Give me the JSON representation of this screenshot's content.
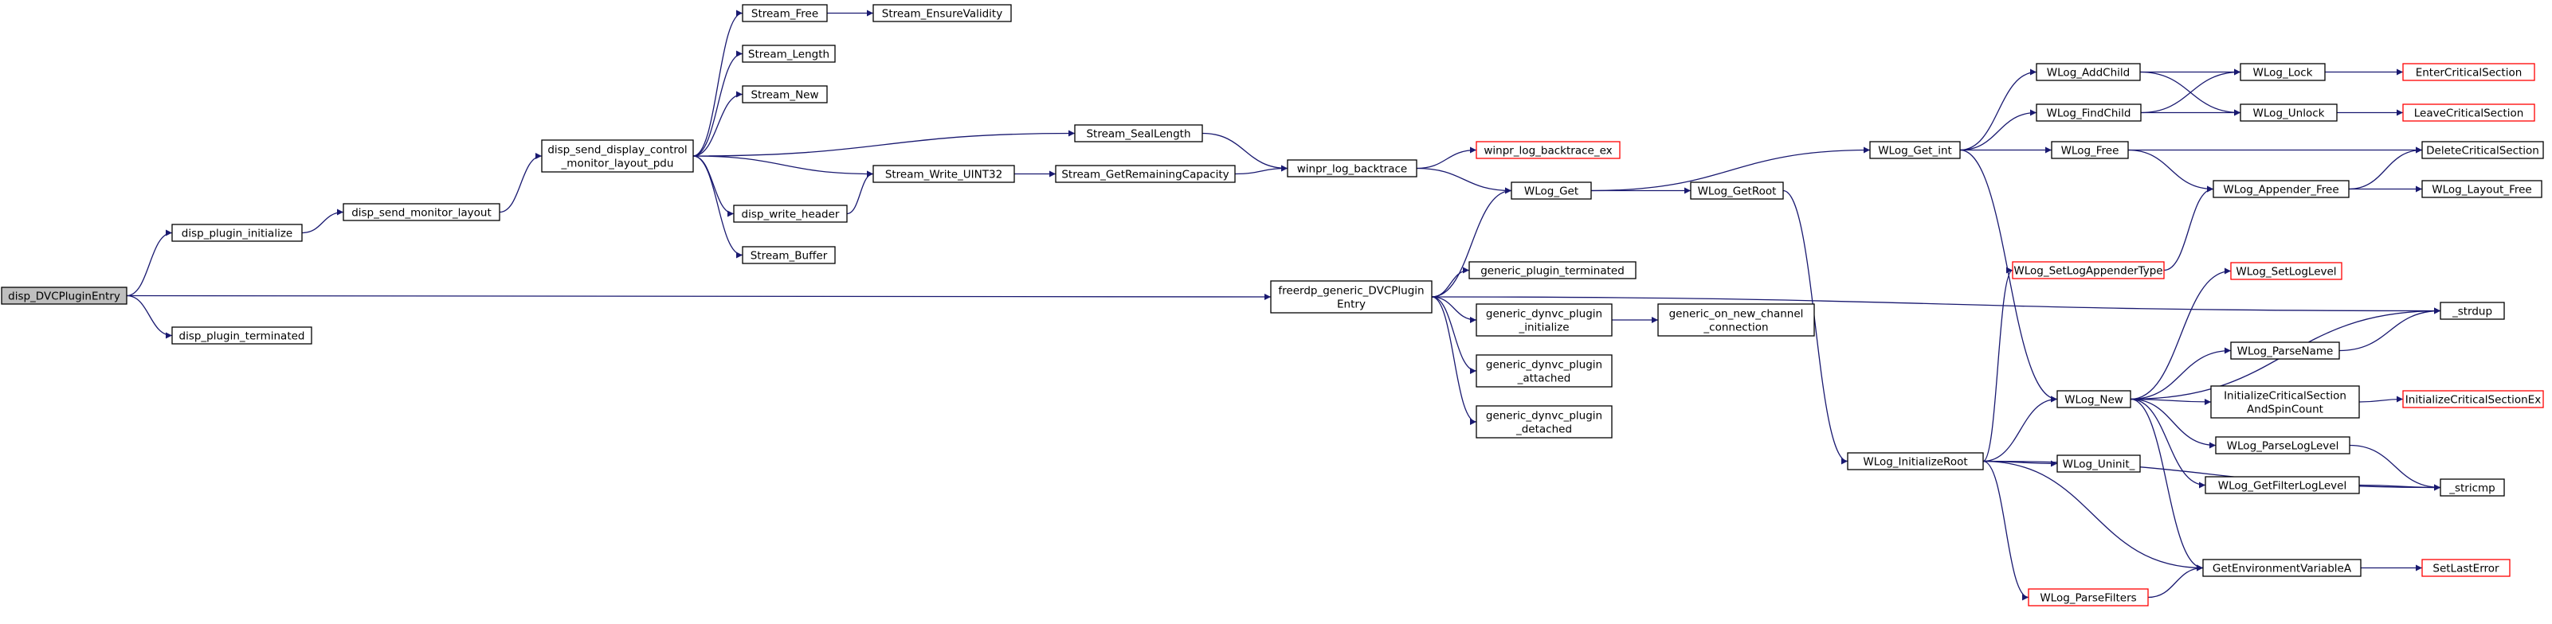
{
  "colors": {
    "edge": "#191970",
    "node_border": "#000000",
    "truncated_border": "#ff0000",
    "root_fill": "#bfbfbf",
    "node_fill": "#ffffff"
  },
  "nodes": [
    {
      "id": "n_disp_DVCPluginEntry",
      "lines": [
        "disp_DVCPluginEntry"
      ],
      "root": true
    },
    {
      "id": "n_disp_plugin_initialize",
      "lines": [
        "disp_plugin_initialize"
      ]
    },
    {
      "id": "n_disp_plugin_terminated",
      "lines": [
        "disp_plugin_terminated"
      ]
    },
    {
      "id": "n_disp_send_monitor_layout",
      "lines": [
        "disp_send_monitor_layout"
      ]
    },
    {
      "id": "n_disp_send_display_control",
      "lines": [
        "disp_send_display_control",
        "_monitor_layout_pdu"
      ]
    },
    {
      "id": "n_Stream_Free",
      "lines": [
        "Stream_Free"
      ]
    },
    {
      "id": "n_Stream_EnsureValidity",
      "lines": [
        "Stream_EnsureValidity"
      ]
    },
    {
      "id": "n_Stream_Length",
      "lines": [
        "Stream_Length"
      ]
    },
    {
      "id": "n_Stream_New",
      "lines": [
        "Stream_New"
      ]
    },
    {
      "id": "n_Stream_Write_UINT32",
      "lines": [
        "Stream_Write_UINT32"
      ]
    },
    {
      "id": "n_disp_write_header",
      "lines": [
        "disp_write_header"
      ]
    },
    {
      "id": "n_Stream_Buffer",
      "lines": [
        "Stream_Buffer"
      ]
    },
    {
      "id": "n_Stream_SealLength",
      "lines": [
        "Stream_SealLength"
      ]
    },
    {
      "id": "n_Stream_GetRemainingCapacity",
      "lines": [
        "Stream_GetRemainingCapacity"
      ]
    },
    {
      "id": "n_winpr_log_backtrace",
      "lines": [
        "winpr_log_backtrace"
      ]
    },
    {
      "id": "n_winpr_log_backtrace_ex",
      "lines": [
        "winpr_log_backtrace_ex"
      ],
      "truncated": true
    },
    {
      "id": "n_freerdp_generic",
      "lines": [
        "freerdp_generic_DVCPlugin",
        "Entry"
      ]
    },
    {
      "id": "n_WLog_Get",
      "lines": [
        "WLog_Get"
      ]
    },
    {
      "id": "n_generic_plugin_terminated",
      "lines": [
        "generic_plugin_terminated"
      ]
    },
    {
      "id": "n_generic_dynvc_plugin_initialize",
      "lines": [
        "generic_dynvc_plugin",
        "_initialize"
      ]
    },
    {
      "id": "n_generic_on_new_channel",
      "lines": [
        "generic_on_new_channel",
        "_connection"
      ]
    },
    {
      "id": "n_generic_dynvc_plugin_attached",
      "lines": [
        "generic_dynvc_plugin",
        "_attached"
      ]
    },
    {
      "id": "n_generic_dynvc_plugin_detached",
      "lines": [
        "generic_dynvc_plugin",
        "_detached"
      ]
    },
    {
      "id": "n_WLog_Get_int",
      "lines": [
        "WLog_Get_int"
      ]
    },
    {
      "id": "n_WLog_GetRoot",
      "lines": [
        "WLog_GetRoot"
      ]
    },
    {
      "id": "n_WLog_InitializeRoot",
      "lines": [
        "WLog_InitializeRoot"
      ]
    },
    {
      "id": "n_WLog_AddChild",
      "lines": [
        "WLog_AddChild"
      ]
    },
    {
      "id": "n_WLog_FindChild",
      "lines": [
        "WLog_FindChild"
      ]
    },
    {
      "id": "n_WLog_Free",
      "lines": [
        "WLog_Free"
      ]
    },
    {
      "id": "n_WLog_Lock",
      "lines": [
        "WLog_Lock"
      ]
    },
    {
      "id": "n_WLog_Unlock",
      "lines": [
        "WLog_Unlock"
      ]
    },
    {
      "id": "n_EnterCriticalSection",
      "lines": [
        "EnterCriticalSection"
      ],
      "truncated": true
    },
    {
      "id": "n_LeaveCriticalSection",
      "lines": [
        "LeaveCriticalSection"
      ],
      "truncated": true
    },
    {
      "id": "n_DeleteCriticalSection",
      "lines": [
        "DeleteCriticalSection"
      ]
    },
    {
      "id": "n_WLog_Appender_Free",
      "lines": [
        "WLog_Appender_Free"
      ]
    },
    {
      "id": "n_WLog_Layout_Free",
      "lines": [
        "WLog_Layout_Free"
      ]
    },
    {
      "id": "n_WLog_SetLogLevel",
      "lines": [
        "WLog_SetLogLevel"
      ],
      "truncated": true
    },
    {
      "id": "n_WLog_SetLogAppenderType",
      "lines": [
        "WLog_SetLogAppenderType"
      ],
      "truncated": true
    },
    {
      "id": "n_strdup",
      "lines": [
        "_strdup"
      ]
    },
    {
      "id": "n_WLog_ParseName",
      "lines": [
        "WLog_ParseName"
      ]
    },
    {
      "id": "n_WLog_New",
      "lines": [
        "WLog_New"
      ]
    },
    {
      "id": "n_InitializeCriticalSectionAndSpinCount",
      "lines": [
        "InitializeCriticalSection",
        "AndSpinCount"
      ]
    },
    {
      "id": "n_InitializeCriticalSectionEx",
      "lines": [
        "InitializeCriticalSectionEx"
      ],
      "truncated": true
    },
    {
      "id": "n_WLog_ParseLogLevel",
      "lines": [
        "WLog_ParseLogLevel"
      ]
    },
    {
      "id": "n_WLog_Uninit",
      "lines": [
        "WLog_Uninit_"
      ]
    },
    {
      "id": "n_WLog_GetFilterLogLevel",
      "lines": [
        "WLog_GetFilterLogLevel"
      ]
    },
    {
      "id": "n_stricmp",
      "lines": [
        "_stricmp"
      ]
    },
    {
      "id": "n_GetEnvironmentVariableA",
      "lines": [
        "GetEnvironmentVariableA"
      ]
    },
    {
      "id": "n_SetLastError",
      "lines": [
        "SetLastError"
      ],
      "truncated": true
    },
    {
      "id": "n_WLog_ParseFilters",
      "lines": [
        "WLog_ParseFilters"
      ],
      "truncated": true
    }
  ],
  "edges": [
    [
      "n_disp_DVCPluginEntry",
      "n_disp_plugin_initialize"
    ],
    [
      "n_disp_DVCPluginEntry",
      "n_disp_plugin_terminated"
    ],
    [
      "n_disp_DVCPluginEntry",
      "n_freerdp_generic"
    ],
    [
      "n_disp_plugin_initialize",
      "n_disp_send_monitor_layout"
    ],
    [
      "n_disp_send_monitor_layout",
      "n_disp_send_display_control"
    ],
    [
      "n_disp_send_display_control",
      "n_Stream_Free"
    ],
    [
      "n_disp_send_display_control",
      "n_Stream_Length"
    ],
    [
      "n_disp_send_display_control",
      "n_Stream_New"
    ],
    [
      "n_disp_send_display_control",
      "n_Stream_SealLength"
    ],
    [
      "n_disp_send_display_control",
      "n_Stream_Write_UINT32"
    ],
    [
      "n_disp_send_display_control",
      "n_disp_write_header"
    ],
    [
      "n_disp_send_display_control",
      "n_Stream_Buffer"
    ],
    [
      "n_Stream_Free",
      "n_Stream_EnsureValidity"
    ],
    [
      "n_disp_write_header",
      "n_Stream_Write_UINT32"
    ],
    [
      "n_Stream_Write_UINT32",
      "n_Stream_GetRemainingCapacity"
    ],
    [
      "n_Stream_SealLength",
      "n_winpr_log_backtrace"
    ],
    [
      "n_Stream_GetRemainingCapacity",
      "n_winpr_log_backtrace"
    ],
    [
      "n_winpr_log_backtrace",
      "n_winpr_log_backtrace_ex"
    ],
    [
      "n_winpr_log_backtrace",
      "n_WLog_Get"
    ],
    [
      "n_freerdp_generic",
      "n_WLog_Get"
    ],
    [
      "n_freerdp_generic",
      "n_generic_plugin_terminated"
    ],
    [
      "n_freerdp_generic",
      "n_generic_dynvc_plugin_initialize"
    ],
    [
      "n_freerdp_generic",
      "n_generic_dynvc_plugin_attached"
    ],
    [
      "n_freerdp_generic",
      "n_generic_dynvc_plugin_detached"
    ],
    [
      "n_freerdp_generic",
      "n_strdup"
    ],
    [
      "n_generic_dynvc_plugin_initialize",
      "n_generic_on_new_channel"
    ],
    [
      "n_WLog_Get",
      "n_WLog_Get_int"
    ],
    [
      "n_WLog_Get",
      "n_WLog_GetRoot"
    ],
    [
      "n_WLog_GetRoot",
      "n_WLog_InitializeRoot"
    ],
    [
      "n_WLog_Get_int",
      "n_WLog_AddChild"
    ],
    [
      "n_WLog_Get_int",
      "n_WLog_FindChild"
    ],
    [
      "n_WLog_Get_int",
      "n_WLog_Free"
    ],
    [
      "n_WLog_Get_int",
      "n_WLog_New"
    ],
    [
      "n_WLog_AddChild",
      "n_WLog_Lock"
    ],
    [
      "n_WLog_AddChild",
      "n_WLog_Unlock"
    ],
    [
      "n_WLog_FindChild",
      "n_WLog_Lock"
    ],
    [
      "n_WLog_FindChild",
      "n_WLog_Unlock"
    ],
    [
      "n_WLog_Lock",
      "n_EnterCriticalSection"
    ],
    [
      "n_WLog_Unlock",
      "n_LeaveCriticalSection"
    ],
    [
      "n_WLog_Free",
      "n_DeleteCriticalSection"
    ],
    [
      "n_WLog_Free",
      "n_WLog_Appender_Free"
    ],
    [
      "n_WLog_Appender_Free",
      "n_DeleteCriticalSection"
    ],
    [
      "n_WLog_Appender_Free",
      "n_WLog_Layout_Free"
    ],
    [
      "n_WLog_InitializeRoot",
      "n_WLog_SetLogAppenderType"
    ],
    [
      "n_WLog_InitializeRoot",
      "n_WLog_New"
    ],
    [
      "n_WLog_InitializeRoot",
      "n_WLog_Uninit"
    ],
    [
      "n_WLog_InitializeRoot",
      "n_stricmp"
    ],
    [
      "n_WLog_InitializeRoot",
      "n_GetEnvironmentVariableA"
    ],
    [
      "n_WLog_InitializeRoot",
      "n_WLog_ParseFilters"
    ],
    [
      "n_WLog_SetLogAppenderType",
      "n_WLog_Appender_Free"
    ],
    [
      "n_WLog_New",
      "n_WLog_SetLogLevel"
    ],
    [
      "n_WLog_New",
      "n_strdup"
    ],
    [
      "n_WLog_New",
      "n_WLog_ParseName"
    ],
    [
      "n_WLog_New",
      "n_InitializeCriticalSectionAndSpinCount"
    ],
    [
      "n_WLog_New",
      "n_WLog_ParseLogLevel"
    ],
    [
      "n_WLog_New",
      "n_WLog_GetFilterLogLevel"
    ],
    [
      "n_WLog_New",
      "n_GetEnvironmentVariableA"
    ],
    [
      "n_WLog_ParseName",
      "n_strdup"
    ],
    [
      "n_InitializeCriticalSectionAndSpinCount",
      "n_InitializeCriticalSectionEx"
    ],
    [
      "n_WLog_ParseLogLevel",
      "n_stricmp"
    ],
    [
      "n_WLog_GetFilterLogLevel",
      "n_stricmp"
    ],
    [
      "n_GetEnvironmentVariableA",
      "n_SetLastError"
    ],
    [
      "n_WLog_ParseFilters",
      "n_GetEnvironmentVariableA"
    ]
  ]
}
